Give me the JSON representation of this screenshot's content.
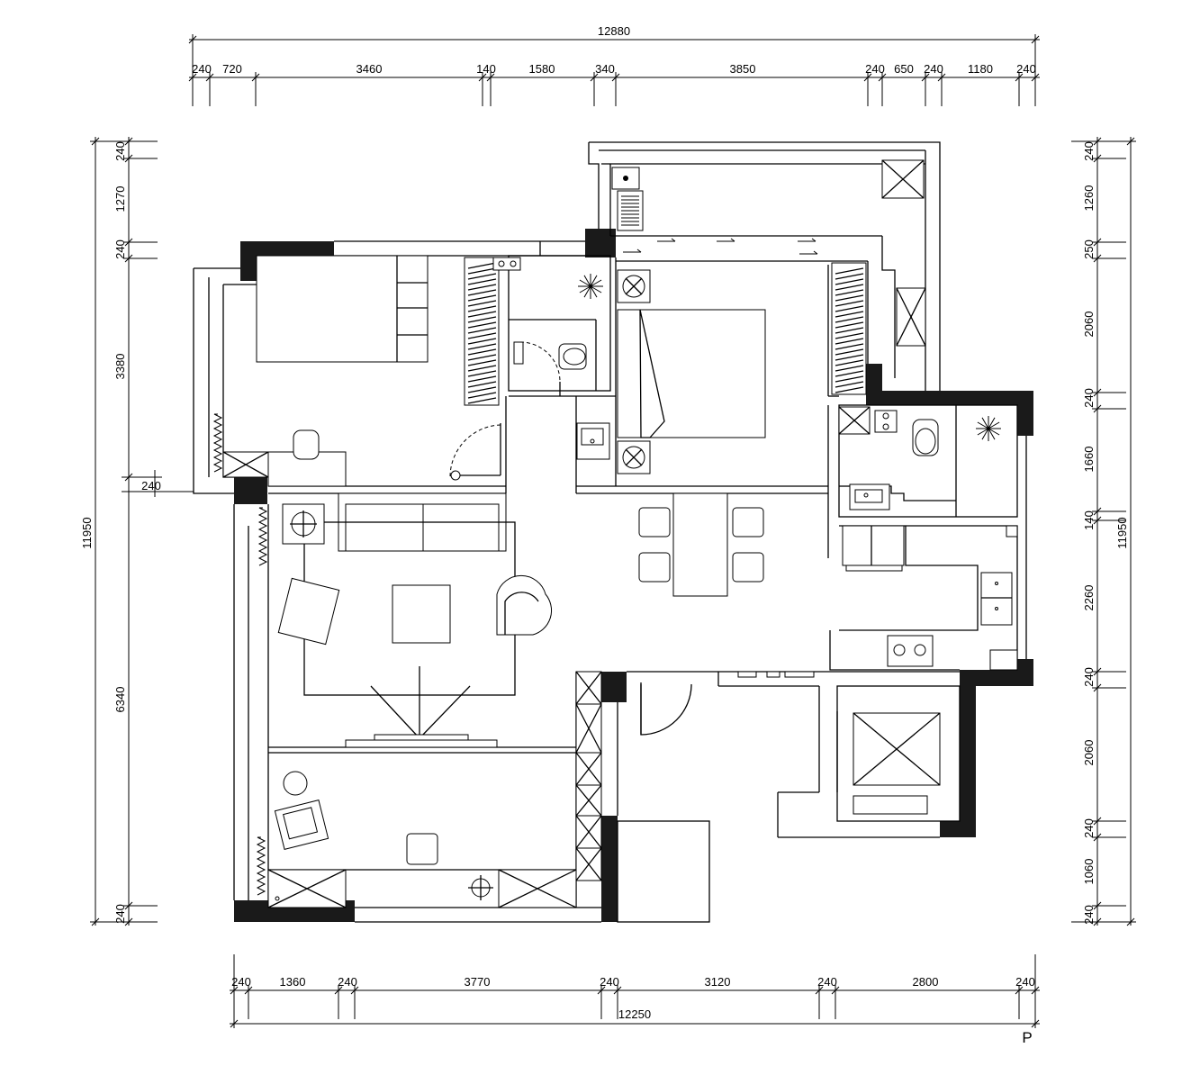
{
  "dimensions": {
    "top_total": "12880",
    "top_segments": [
      "240",
      "720",
      "3460",
      "140",
      "1580",
      "340",
      "3850",
      "240",
      "650",
      "240",
      "1180",
      "240"
    ],
    "bottom_total": "12250",
    "bottom_segments": [
      "240",
      "1360",
      "240",
      "3770",
      "240",
      "3120",
      "240",
      "2800",
      "240"
    ],
    "left_total": "11950",
    "left_segments": [
      "240",
      "1270",
      "240",
      "3380",
      "240",
      "6340",
      "240"
    ],
    "right_total": "11950",
    "right_segments": [
      "240",
      "1260",
      "250",
      "2060",
      "240",
      "1660",
      "140",
      "2260",
      "240",
      "2060",
      "240",
      "1060",
      "240"
    ]
  },
  "corner_mark": "P",
  "colors": {
    "wall": "#1a1a1a",
    "line": "#000000",
    "background": "#ffffff"
  }
}
